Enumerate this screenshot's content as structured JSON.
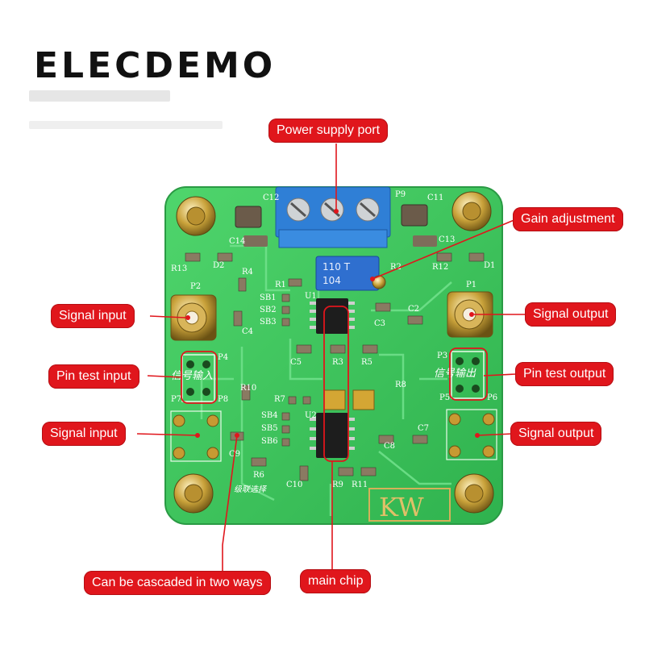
{
  "brand": "ELECDEMO",
  "colors": {
    "callout_bg": "#e0161c",
    "pcb_green": "#3dc35a",
    "line_red": "#e0161c",
    "terminal_blue": "#2f7fd6"
  },
  "board": {
    "silkscreen_labels": [
      "C12",
      "C11",
      "P9",
      "C14",
      "C13",
      "R13",
      "D2",
      "R12",
      "D1",
      "R4",
      "R1",
      "R2",
      "P2",
      "P1",
      "SB1",
      "SB2",
      "SB3",
      "U1",
      "C3",
      "C2",
      "C4",
      "P4",
      "P3",
      "P7",
      "P8",
      "P5",
      "P6",
      "C5",
      "R3",
      "R5",
      "R10",
      "R7",
      "R8",
      "SB4",
      "SB5",
      "SB6",
      "U2",
      "C7",
      "C9",
      "C8",
      "R6",
      "C10",
      "R9",
      "R11"
    ],
    "trimmer_text_top": "110 T",
    "trimmer_text_bottom": "104",
    "logo_text": "KW",
    "chinese_label_input": "信号输入",
    "chinese_label_output": "信号输出",
    "chinese_label_bottom": "级联选择"
  },
  "callouts": {
    "power_supply_port": "Power supply port",
    "gain_adjustment": "Gain adjustment",
    "signal_input_top": "Signal input",
    "signal_output_top": "Signal output",
    "pin_test_input": "Pin test input",
    "pin_test_output": "Pin test output",
    "signal_input_bottom": "Signal input",
    "signal_output_bottom": "Signal output",
    "cascaded": "Can be cascaded in two ways",
    "main_chip": "main chip"
  }
}
